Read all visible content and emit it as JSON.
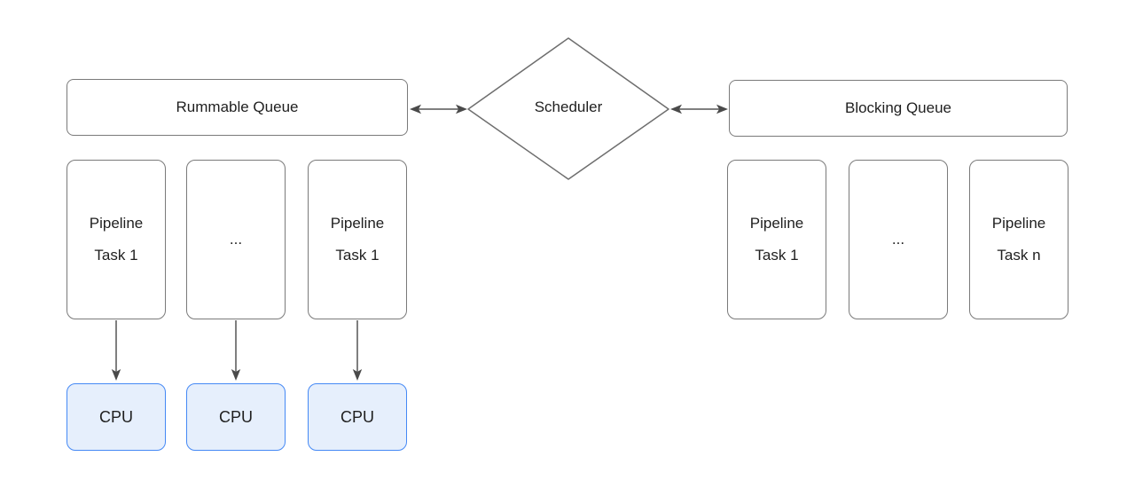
{
  "diagram": {
    "scheduler": {
      "label": "Scheduler"
    },
    "runnable_queue": {
      "label": "Rummable Queue"
    },
    "blocking_queue": {
      "label": "Blocking Queue"
    },
    "runnable_tasks": [
      {
        "label": "Pipeline\nTask 1"
      },
      {
        "label": "..."
      },
      {
        "label": "Pipeline\nTask 1"
      }
    ],
    "blocking_tasks": [
      {
        "label": "Pipeline\nTask 1"
      },
      {
        "label": "..."
      },
      {
        "label": "Pipeline\nTask n"
      }
    ],
    "cpus": [
      {
        "label": "CPU"
      },
      {
        "label": "CPU"
      },
      {
        "label": "CPU"
      }
    ],
    "colors": {
      "box_border": "#7a7a7a",
      "diamond_border": "#6e6e6e",
      "text": "#1f1f1f",
      "cpu_fill": "#e6effc",
      "cpu_border": "#4589f5",
      "arrow_line": "#7f7f7f",
      "arrow_head": "#4a4a4a",
      "background": "#ffffff"
    }
  }
}
